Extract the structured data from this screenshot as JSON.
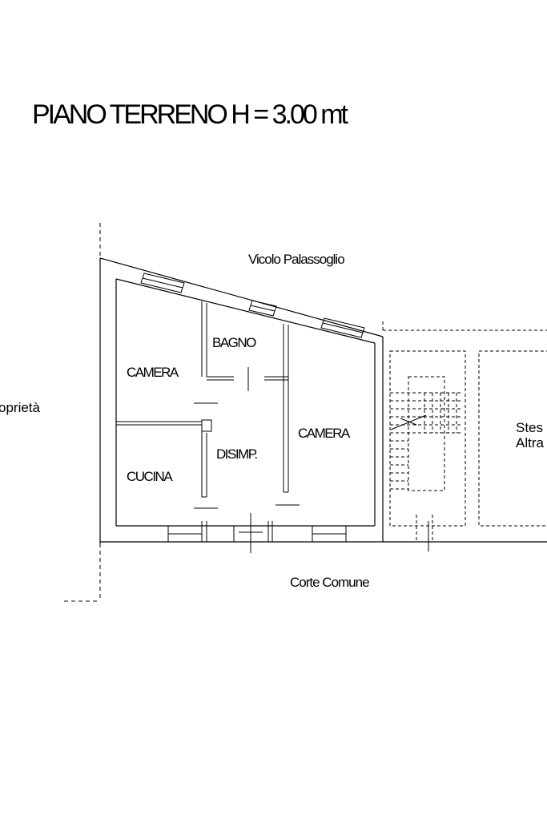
{
  "title": "PIANO TERRENO H = 3.00 mt",
  "labels": {
    "street_top": "Vicolo Palassoglio",
    "courtyard": "Corte Comune",
    "left_cut": "oprietà",
    "right_cut_1": "Stes",
    "right_cut_2": "Altra"
  },
  "rooms": {
    "camera_left": "CAMERA",
    "bagno": "BAGNO",
    "camera_right": "CAMERA",
    "disimpegno": "DISIMP.",
    "cucina": "CUCINA"
  },
  "colors": {
    "line": "#000000",
    "background": "#ffffff"
  }
}
